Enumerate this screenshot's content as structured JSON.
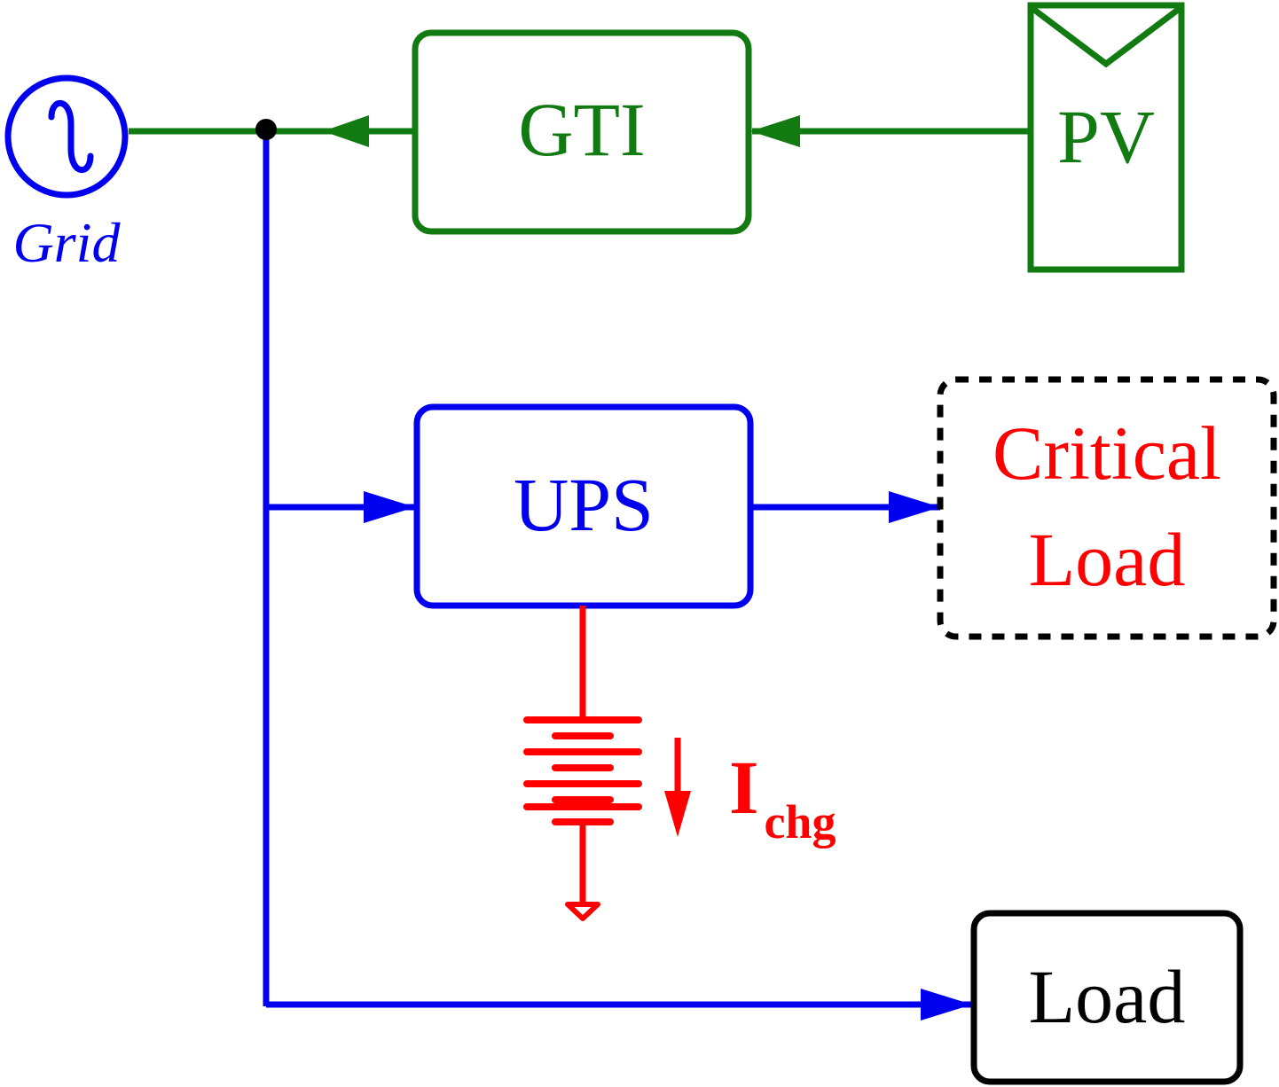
{
  "colors": {
    "pv_path": "#117a11",
    "grid_path": "#0000ee",
    "battery": "#ff0000",
    "critical_load_text": "#ff0000",
    "neutral": "#000000"
  },
  "grid": {
    "label": "Grid"
  },
  "gti": {
    "label": "GTI"
  },
  "pv": {
    "label": "PV"
  },
  "ups": {
    "label": "UPS"
  },
  "critical_load": {
    "line1": "Critical",
    "line2": "Load"
  },
  "load": {
    "label": "Load"
  },
  "battery_current": {
    "symbol": "I",
    "subscript": "chg"
  }
}
